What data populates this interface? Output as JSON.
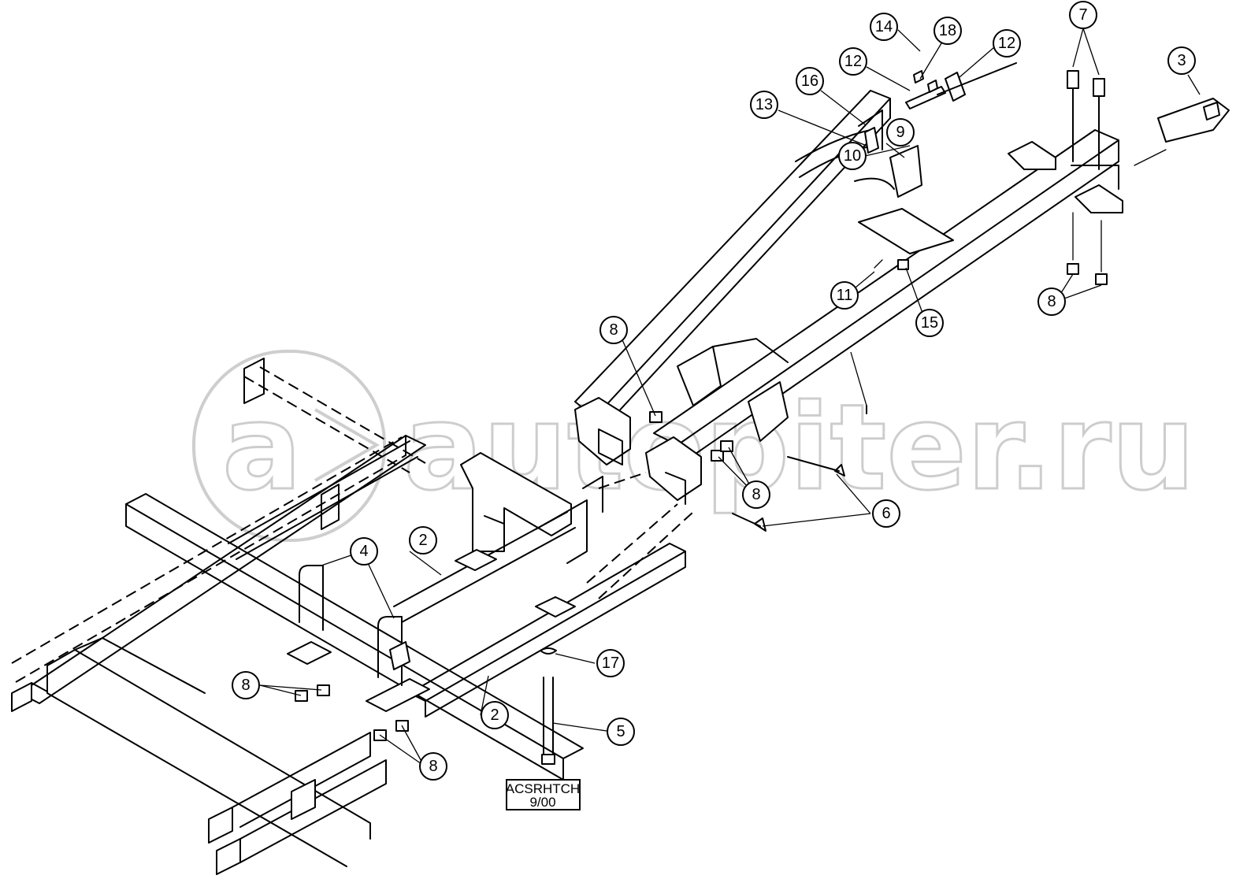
{
  "watermark": {
    "text": "autopiter.ru",
    "logo_letter": "a"
  },
  "stamp": {
    "line1": "ACSRHTCH",
    "line2": "9/00"
  },
  "callouts": [
    {
      "label": "14"
    },
    {
      "label": "18"
    },
    {
      "label": "12"
    },
    {
      "label": "12"
    },
    {
      "label": "7"
    },
    {
      "label": "3"
    },
    {
      "label": "16"
    },
    {
      "label": "13"
    },
    {
      "label": "10"
    },
    {
      "label": "9"
    },
    {
      "label": "11"
    },
    {
      "label": "15"
    },
    {
      "label": "8"
    },
    {
      "label": "8"
    },
    {
      "label": "8"
    },
    {
      "label": "6"
    },
    {
      "label": "4"
    },
    {
      "label": "2"
    },
    {
      "label": "2"
    },
    {
      "label": "17"
    },
    {
      "label": "5"
    },
    {
      "label": "8"
    },
    {
      "label": "8"
    }
  ]
}
